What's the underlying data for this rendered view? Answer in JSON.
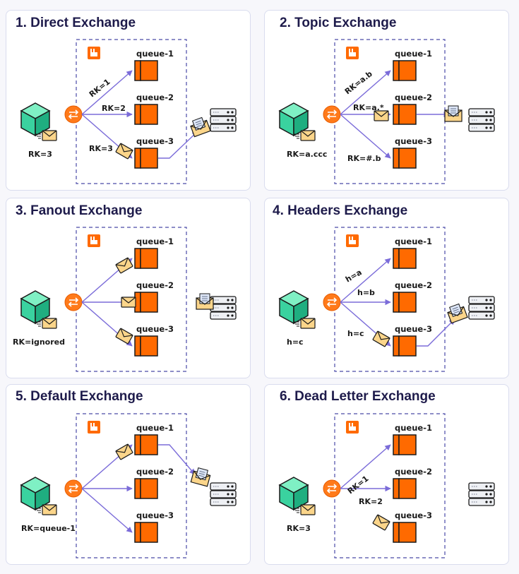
{
  "colors": {
    "arrow": "#7b6cd9",
    "queue": "#ff6a00",
    "outline": "#1a1a1a",
    "cube": "#3ad29f",
    "dashed_box": "#4a4aa8",
    "title": "#1e1b4b"
  },
  "panels": [
    {
      "title": "1. Direct Exchange",
      "queues": [
        "queue-1",
        "queue-2",
        "queue-3"
      ],
      "arrow_labels": [
        "RK=1",
        "RK=2",
        "RK=3"
      ],
      "producer_label": "RK=3",
      "delivered_to": "queue-3",
      "icons": {
        "producer": "cube-icon",
        "message": "envelope-icon",
        "exchange": "exchange-icon",
        "broker": "rabbitmq-icon",
        "consumer": "server-icon"
      }
    },
    {
      "title": "2. Topic Exchange",
      "queues": [
        "queue-1",
        "queue-2",
        "queue-3"
      ],
      "arrow_labels": [
        "RK=a.b",
        "RK=a.*",
        "RK=#.b"
      ],
      "producer_label": "RK=a.ccc",
      "delivered_to": "queue-2",
      "icons": {
        "producer": "cube-icon",
        "message": "envelope-icon",
        "exchange": "exchange-icon",
        "broker": "rabbitmq-icon",
        "consumer": "server-icon"
      }
    },
    {
      "title": "3. Fanout Exchange",
      "queues": [
        "queue-1",
        "queue-2",
        "queue-3"
      ],
      "arrow_labels": [],
      "producer_label": "RK=ignored",
      "delivered_to": "all queues",
      "icons": {
        "producer": "cube-icon",
        "message": "envelope-icon",
        "exchange": "exchange-icon",
        "broker": "rabbitmq-icon",
        "consumer": "server-icon"
      }
    },
    {
      "title": "4. Headers Exchange",
      "queues": [
        "queue-1",
        "queue-2",
        "queue-3"
      ],
      "arrow_labels": [
        "h=a",
        "h=b",
        "h=c"
      ],
      "producer_label": "h=c",
      "delivered_to": "queue-3",
      "icons": {
        "producer": "cube-icon",
        "message": "envelope-icon",
        "exchange": "exchange-icon",
        "broker": "rabbitmq-icon",
        "consumer": "server-icon"
      }
    },
    {
      "title": "5. Default Exchange",
      "queues": [
        "queue-1",
        "queue-2",
        "queue-3"
      ],
      "arrow_labels": [],
      "producer_label": "RK=queue-1",
      "delivered_to": "queue-1",
      "icons": {
        "producer": "cube-icon",
        "message": "envelope-icon",
        "exchange": "exchange-icon",
        "broker": "rabbitmq-icon",
        "consumer": "server-icon"
      }
    },
    {
      "title": "6. Dead Letter Exchange",
      "queues": [
        "queue-1",
        "queue-2",
        "queue-3"
      ],
      "arrow_labels": [
        "RK=1",
        "RK=2"
      ],
      "producer_label": "RK=3",
      "delivered_to": "none",
      "icons": {
        "producer": "cube-icon",
        "message": "envelope-icon",
        "exchange": "exchange-icon",
        "broker": "rabbitmq-icon",
        "consumer": "server-icon"
      }
    }
  ]
}
